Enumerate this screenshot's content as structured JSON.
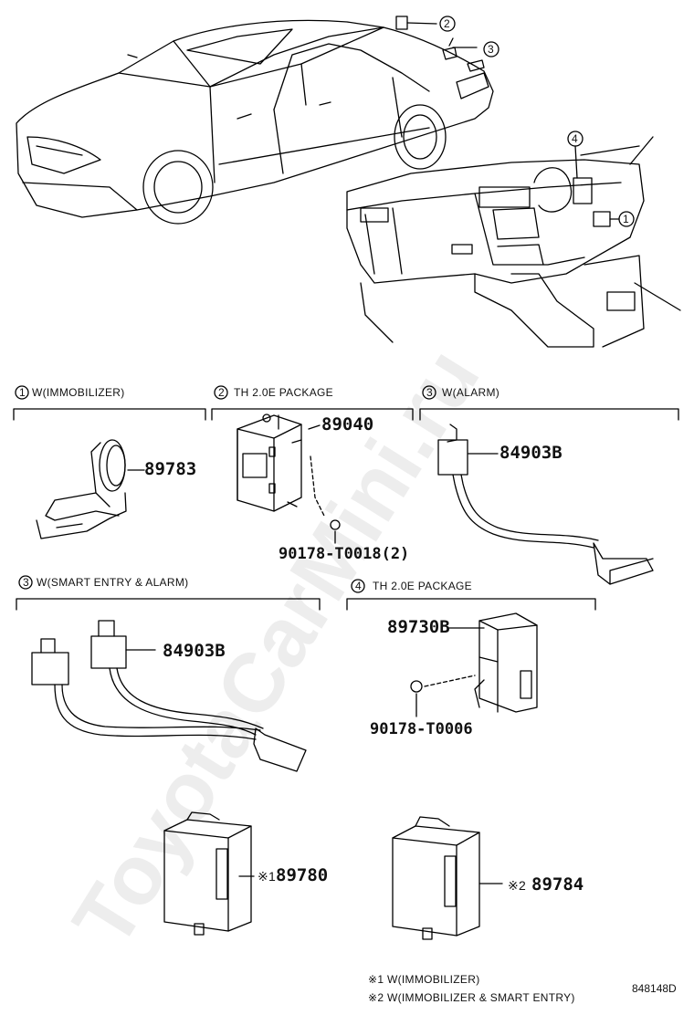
{
  "sections": [
    {
      "num": "1",
      "label": "W(IMMOBILIZER)"
    },
    {
      "num": "2",
      "label": "TH 2.0E PACKAGE"
    },
    {
      "num": "3",
      "label": "W(ALARM)"
    },
    {
      "num": "3",
      "label": "W(SMART ENTRY & ALARM)"
    },
    {
      "num": "4",
      "label": "TH 2.0E PACKAGE"
    }
  ],
  "callouts": [
    "2",
    "3",
    "4",
    "1"
  ],
  "parts": {
    "p89783": "89783",
    "p89040": "89040",
    "p90178_t0018": "90178-T0018(2)",
    "p84903b_a": "84903B",
    "p84903b_b": "84903B",
    "p89730b": "89730B",
    "p90178_t0006": "90178-T0006",
    "p89780_mark": "※1",
    "p89780": "89780",
    "p89784_mark": "※2",
    "p89784": "89784"
  },
  "notes": [
    "※1 W(IMMOBILIZER)",
    "※2 W(IMMOBILIZER & SMART ENTRY)"
  ],
  "diagram_code": "848148D",
  "watermark": "ToyotaCarMini.ru"
}
